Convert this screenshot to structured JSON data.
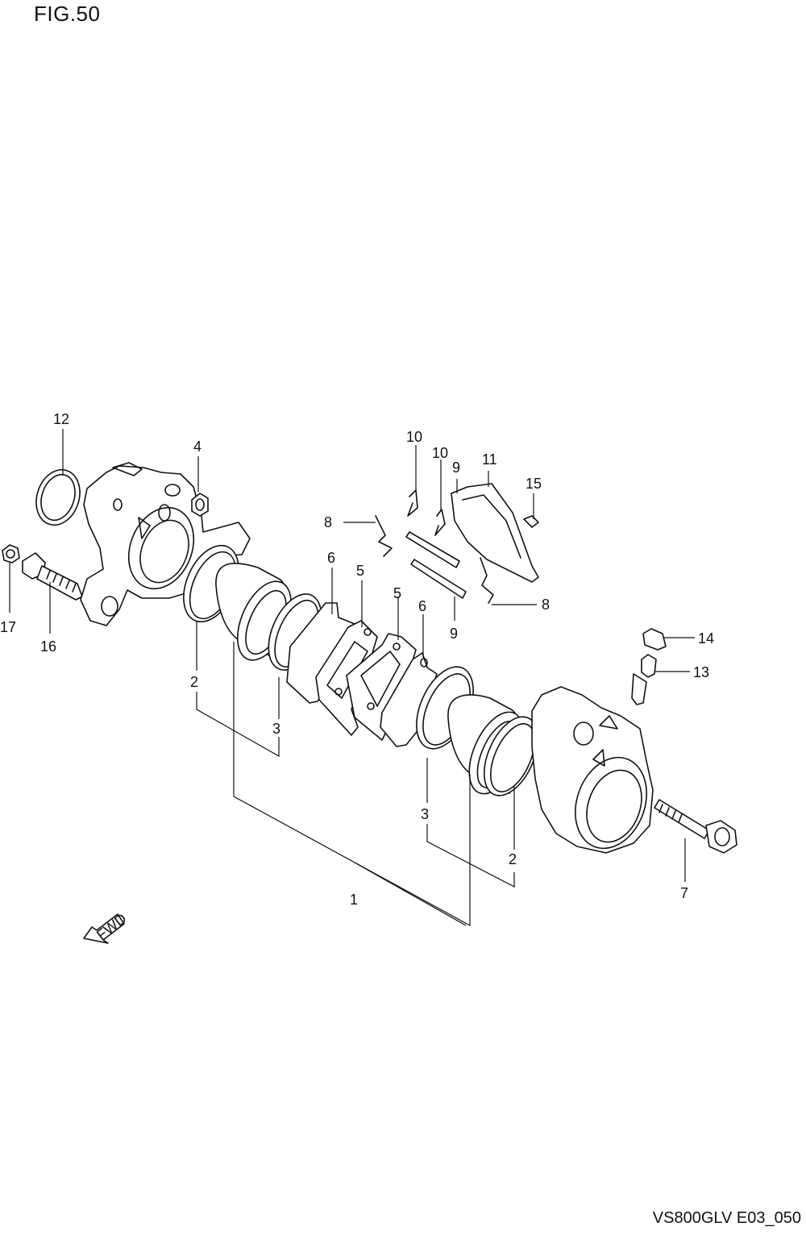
{
  "figure": {
    "title": "FIG.50",
    "model_code": "VS800GLV E03_050"
  },
  "callouts": [
    {
      "id": "c12",
      "label": "12"
    },
    {
      "id": "c4",
      "label": "4"
    },
    {
      "id": "c10a",
      "label": "10"
    },
    {
      "id": "c10b",
      "label": "10"
    },
    {
      "id": "c9a",
      "label": "9"
    },
    {
      "id": "c11",
      "label": "11"
    },
    {
      "id": "c15",
      "label": "15"
    },
    {
      "id": "c8a",
      "label": "8"
    },
    {
      "id": "c6a",
      "label": "6"
    },
    {
      "id": "c5a",
      "label": "5"
    },
    {
      "id": "c5b",
      "label": "5"
    },
    {
      "id": "c6b",
      "label": "6"
    },
    {
      "id": "c8b",
      "label": "8"
    },
    {
      "id": "c9b",
      "label": "9"
    },
    {
      "id": "c17",
      "label": "17"
    },
    {
      "id": "c16",
      "label": "16"
    },
    {
      "id": "c14",
      "label": "14"
    },
    {
      "id": "c13",
      "label": "13"
    },
    {
      "id": "c2a",
      "label": "2"
    },
    {
      "id": "c3a",
      "label": "3"
    },
    {
      "id": "c3b",
      "label": "3"
    },
    {
      "id": "c2b",
      "label": "2"
    },
    {
      "id": "c7",
      "label": "7"
    },
    {
      "id": "c1",
      "label": "1"
    }
  ],
  "fwd_arrow": {
    "label": "FWD",
    "icon": "fwd-arrow-icon"
  }
}
